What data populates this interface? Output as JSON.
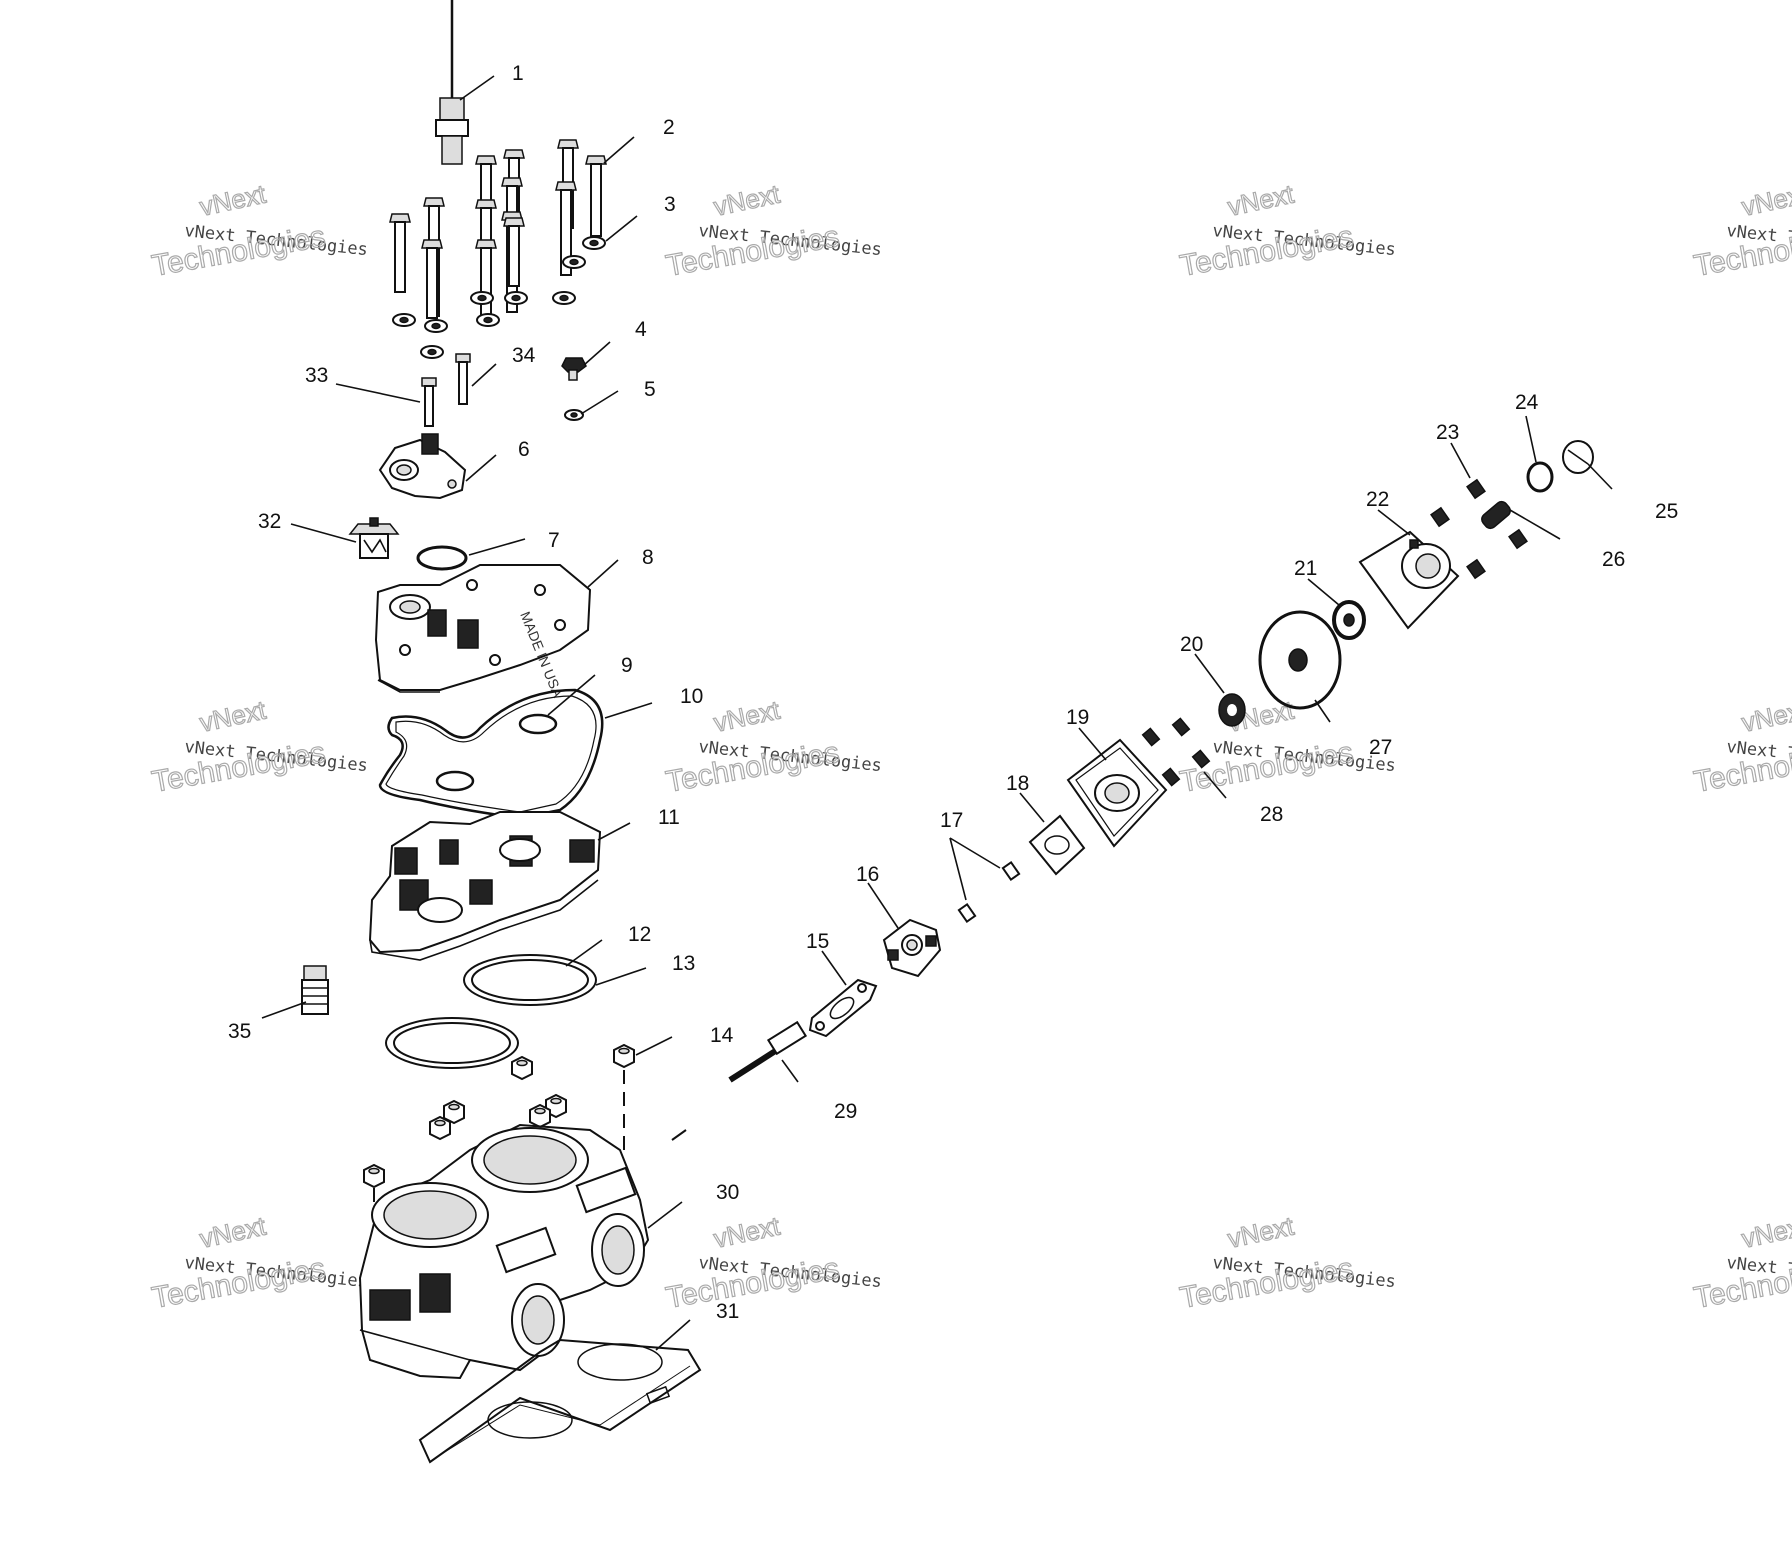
{
  "watermark": {
    "line_small": "vNext Technologies",
    "line_top": "vNext",
    "line_big": "Technologies"
  },
  "callouts": [
    {
      "id": "1",
      "label": "1"
    },
    {
      "id": "2",
      "label": "2"
    },
    {
      "id": "3",
      "label": "3"
    },
    {
      "id": "4",
      "label": "4"
    },
    {
      "id": "5",
      "label": "5"
    },
    {
      "id": "6",
      "label": "6"
    },
    {
      "id": "7",
      "label": "7"
    },
    {
      "id": "8",
      "label": "8"
    },
    {
      "id": "9",
      "label": "9"
    },
    {
      "id": "10",
      "label": "10"
    },
    {
      "id": "11",
      "label": "11"
    },
    {
      "id": "12",
      "label": "12"
    },
    {
      "id": "13",
      "label": "13"
    },
    {
      "id": "14",
      "label": "14"
    },
    {
      "id": "15",
      "label": "15"
    },
    {
      "id": "16",
      "label": "16"
    },
    {
      "id": "17",
      "label": "17"
    },
    {
      "id": "18",
      "label": "18"
    },
    {
      "id": "19",
      "label": "19"
    },
    {
      "id": "20",
      "label": "20"
    },
    {
      "id": "21",
      "label": "21"
    },
    {
      "id": "22",
      "label": "22"
    },
    {
      "id": "23",
      "label": "23"
    },
    {
      "id": "24",
      "label": "24"
    },
    {
      "id": "25",
      "label": "25"
    },
    {
      "id": "26",
      "label": "26"
    },
    {
      "id": "27",
      "label": "27"
    },
    {
      "id": "28",
      "label": "28"
    },
    {
      "id": "29",
      "label": "29"
    },
    {
      "id": "30",
      "label": "30"
    },
    {
      "id": "31",
      "label": "31"
    },
    {
      "id": "32",
      "label": "32"
    },
    {
      "id": "33",
      "label": "33"
    },
    {
      "id": "34",
      "label": "34"
    },
    {
      "id": "35",
      "label": "35"
    }
  ],
  "head_stamp_text": "MADE IN USA"
}
